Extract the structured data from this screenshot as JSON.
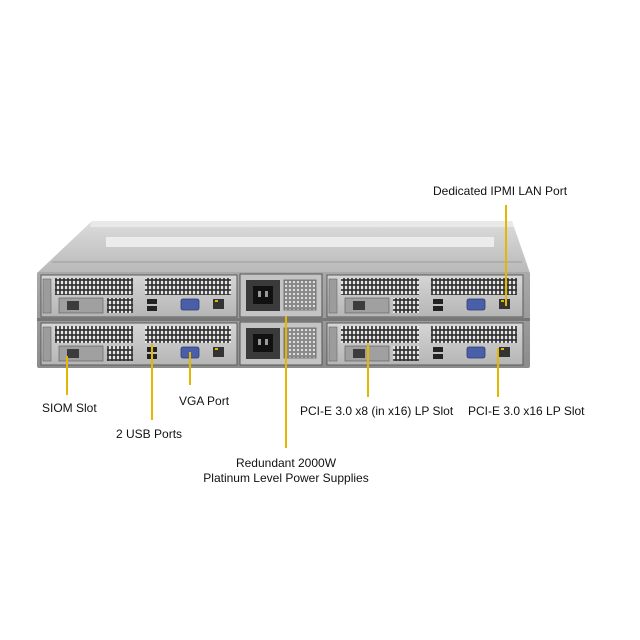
{
  "callouts": {
    "ipmi": "Dedicated IPMI LAN Port",
    "siom": "SIOM Slot",
    "usb": "2 USB Ports",
    "vga": "VGA Port",
    "power_line1": "Redundant 2000W",
    "power_line2": "Platinum Level Power Supplies",
    "pcie_x8": "PCI-E 3.0 x8 (in x16) LP Slot",
    "pcie_x16": "PCI-E 3.0 x16 LP Slot"
  },
  "colors": {
    "leader": "#e3b800",
    "chassis": "#c9c9c9",
    "chassis_dark": "#6e6e6e"
  }
}
